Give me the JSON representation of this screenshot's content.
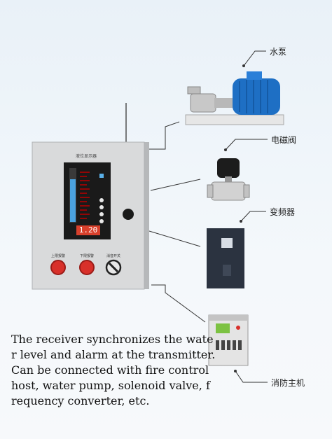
{
  "devices": {
    "pump": {
      "label": "水泵"
    },
    "solenoid_valve": {
      "label": "电磁阀"
    },
    "frequency_converter": {
      "label": "变频器"
    },
    "fire_control_host": {
      "label": "消防主机"
    }
  },
  "control_box": {
    "title": "液位显示器",
    "readout": "1.20",
    "buttons": [
      {
        "label": "上限报警"
      },
      {
        "label": "下限报警"
      },
      {
        "label": "消音开关"
      }
    ]
  },
  "caption": {
    "lines": [
      "The receiver synchronizes the wate",
      "r level and alarm at the transmitter.",
      "Can be connected with fire control",
      "host, water pump, solenoid valve, f",
      "requency converter, etc."
    ]
  },
  "colors": {
    "pump_blue": "#1e6fc4",
    "alarm_red": "#d8302a",
    "panel_gray": "#d9dadb",
    "display_black": "#1a1a1a"
  }
}
